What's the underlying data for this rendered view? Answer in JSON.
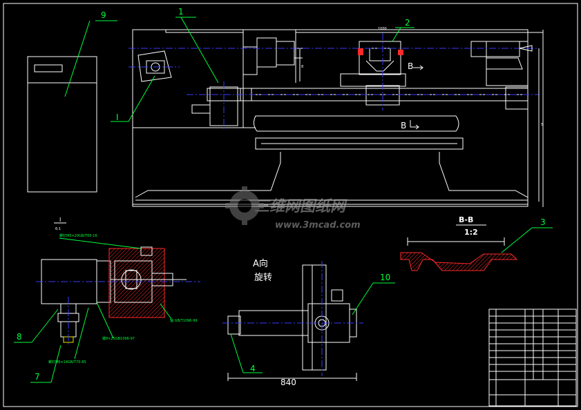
{
  "callouts": {
    "c1": "1",
    "c2": "2",
    "c3": "3",
    "c4": "4",
    "c7": "7",
    "c8": "8",
    "c9": "9",
    "c10": "10",
    "cI": "I"
  },
  "dimensions": {
    "top": "1000",
    "left_vertical": "8",
    "right_vertical": "5",
    "bottom": "840"
  },
  "section_labels": {
    "b_arrow_upper": "B",
    "b_arrow_lower": "B",
    "section_title": "B-B",
    "section_scale": "1:2",
    "detail_title": "I",
    "detail_scale": "6:1"
  },
  "view_note": {
    "line1": "A向",
    "line2": "旋转"
  },
  "watermark": {
    "brand": "三维网图纸网",
    "url": "www.3mcad.com"
  },
  "colors": {
    "background": "#000000",
    "outline": "#ffffff",
    "leader": "#00ff3c",
    "centerline": "#3a3aff",
    "section": "#ff2a2a",
    "annotation": "#e8e800"
  }
}
